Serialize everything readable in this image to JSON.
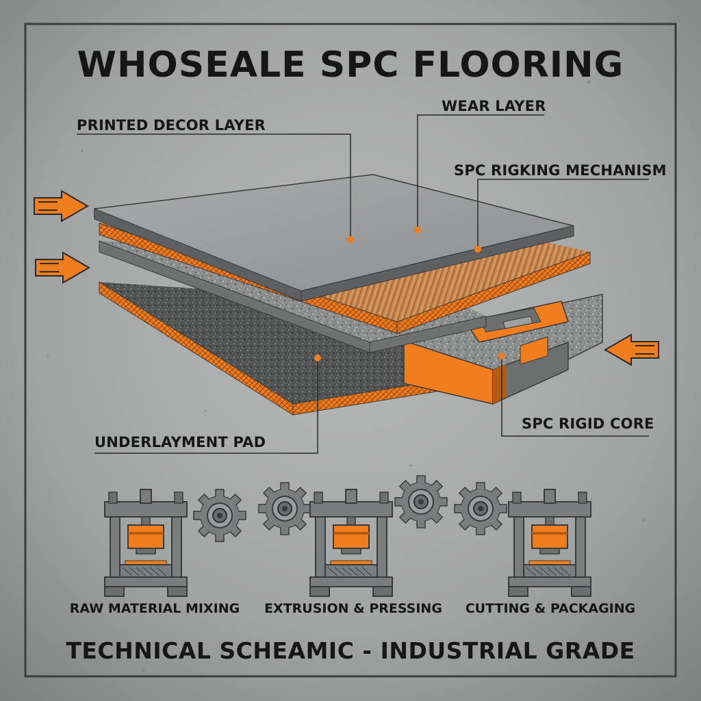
{
  "title": "WHOSEALE SPC FLOORING",
  "footer": "TECHNICAL SCHEAMIC - INDUSTRIAL GRADE",
  "labels": {
    "printed_decor": "PRINTED DECOR LAYER",
    "wear_layer": "WEAR LAYER",
    "rigking": "SPC RIGKING MECHANISM",
    "rigid_core": "SPC RIGID CORE",
    "underlayment": "UNDERLAYMENT PAD"
  },
  "process_steps": [
    {
      "label": "RAW MATERIAL MIXING"
    },
    {
      "label": "EXTRUSION & PRESSING"
    },
    {
      "label": "CUTTING & PACKAGING"
    }
  ],
  "colors": {
    "accent": "#f07d1e",
    "ink": "#161616",
    "concrete": "#a3a4a4",
    "wear": "#9a9b9c",
    "wood": "#c98a52",
    "core": "#7c7d7d",
    "pad": "#585858",
    "machine": "#7b7c7d"
  },
  "icons": [
    "arrow-right-icon",
    "arrow-left-icon",
    "gear-icon",
    "press-machine-icon",
    "leader-dot-icon"
  ]
}
